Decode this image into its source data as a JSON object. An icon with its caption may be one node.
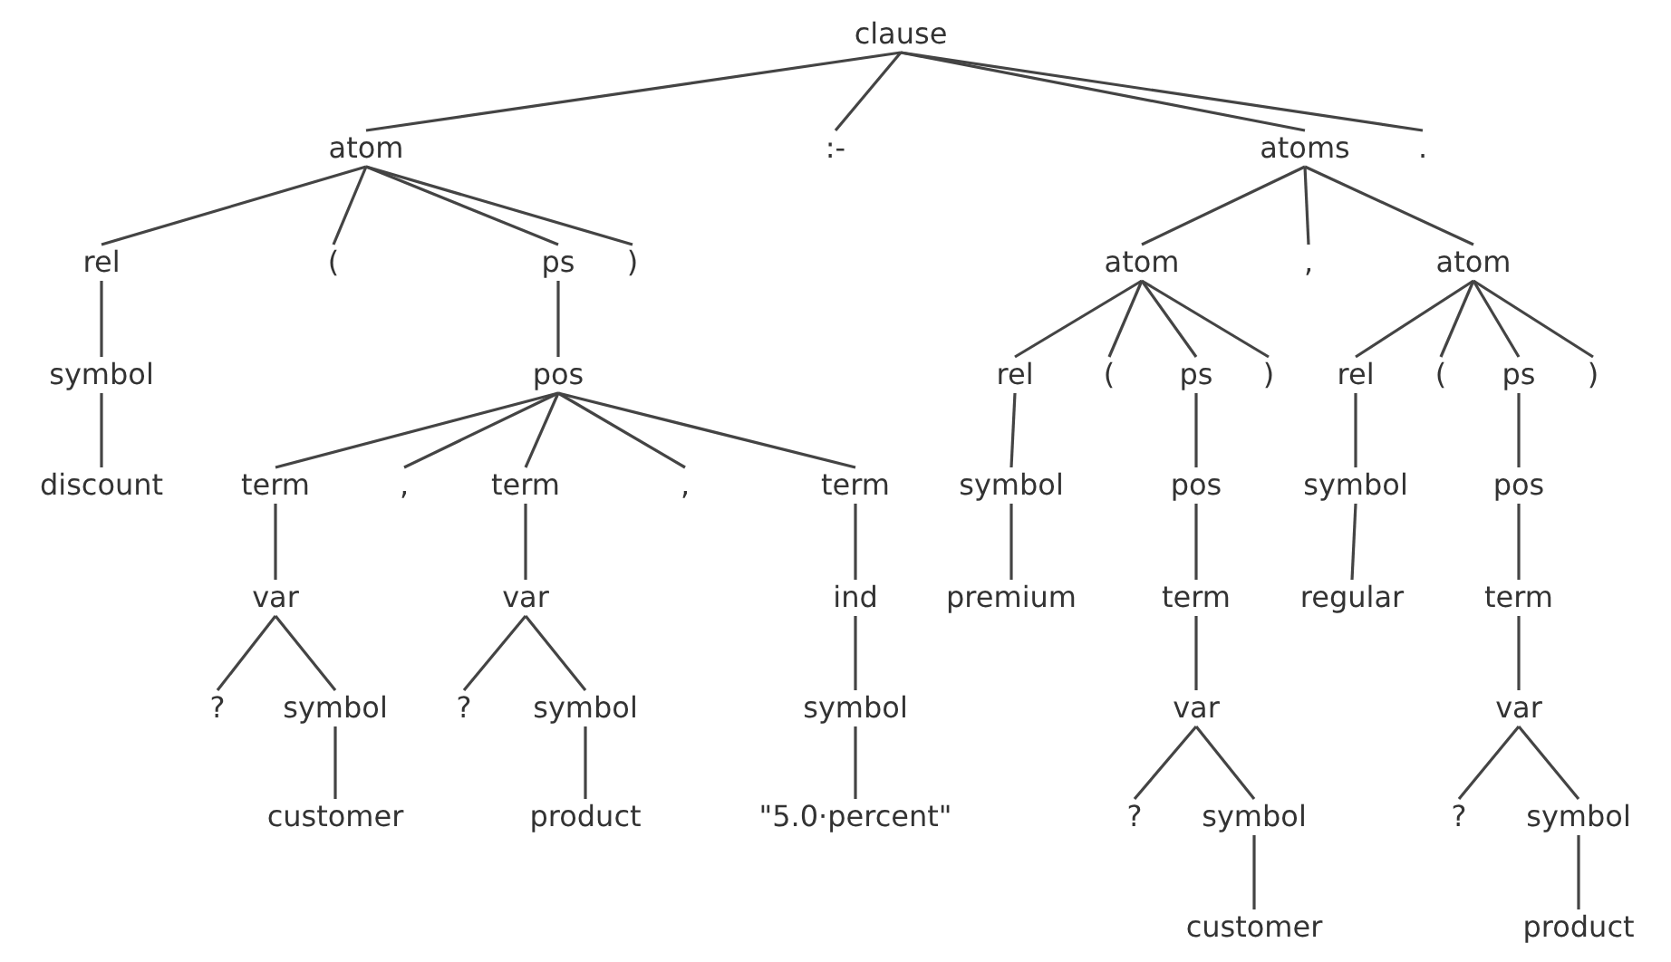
{
  "diagram": {
    "nodes": [
      {
        "text": [
          "clause"
        ]
      },
      {
        "text": [
          "atom"
        ]
      },
      {
        "text": [
          ":-"
        ]
      },
      {
        "text": [
          "atoms"
        ]
      },
      {
        "text": [
          "."
        ]
      },
      {
        "text": [
          "rel"
        ]
      },
      {
        "text": [
          "("
        ]
      },
      {
        "text": [
          "ps"
        ]
      },
      {
        "text": [
          ")"
        ]
      },
      {
        "text": [
          "symbol"
        ]
      },
      {
        "text": [
          "pos"
        ]
      },
      {
        "text": [
          "discount"
        ]
      },
      {
        "text": [
          "term"
        ]
      },
      {
        "text": [
          ","
        ]
      },
      {
        "text": [
          "term"
        ]
      },
      {
        "text": [
          ","
        ]
      },
      {
        "text": [
          "term"
        ]
      },
      {
        "text": [
          "var"
        ]
      },
      {
        "text": [
          "var"
        ]
      },
      {
        "text": [
          "ind"
        ]
      },
      {
        "text": [
          "?"
        ]
      },
      {
        "text": [
          "symbol"
        ]
      },
      {
        "text": [
          "?"
        ]
      },
      {
        "text": [
          "symbol"
        ]
      },
      {
        "text": [
          "symbol"
        ]
      },
      {
        "text": [
          "customer"
        ]
      },
      {
        "text": [
          "product"
        ]
      },
      {
        "text": [
          "\"5.0·percent\""
        ]
      },
      {
        "text": [
          "atom"
        ]
      },
      {
        "text": [
          ","
        ]
      },
      {
        "text": [
          "atom"
        ]
      },
      {
        "text": [
          "rel"
        ]
      },
      {
        "text": [
          "("
        ]
      },
      {
        "text": [
          "ps"
        ]
      },
      {
        "text": [
          ")"
        ]
      },
      {
        "text": [
          "rel"
        ]
      },
      {
        "text": [
          "("
        ]
      },
      {
        "text": [
          "ps"
        ]
      },
      {
        "text": [
          ")"
        ]
      },
      {
        "text": [
          "symbol"
        ]
      },
      {
        "text": [
          "pos"
        ]
      },
      {
        "text": [
          "symbol"
        ]
      },
      {
        "text": [
          "pos"
        ]
      },
      {
        "text": [
          "premium"
        ]
      },
      {
        "text": [
          "term"
        ]
      },
      {
        "text": [
          "regular"
        ]
      },
      {
        "text": [
          "term"
        ]
      },
      {
        "text": [
          "var"
        ]
      },
      {
        "text": [
          "var"
        ]
      },
      {
        "text": [
          "?"
        ]
      },
      {
        "text": [
          "symbol"
        ]
      },
      {
        "text": [
          "?"
        ]
      },
      {
        "text": [
          "symbol"
        ]
      },
      {
        "text": [
          "customer"
        ]
      },
      {
        "text": [
          "product"
        ]
      }
    ],
    "edges": [
      {
        "from": 0,
        "to": 1,
        "arrow": "none"
      },
      {
        "from": 0,
        "to": 2,
        "arrow": "none"
      },
      {
        "from": 0,
        "to": 3,
        "arrow": "none"
      },
      {
        "from": 0,
        "to": 4,
        "arrow": "none"
      },
      {
        "from": 1,
        "to": 5,
        "arrow": "none"
      },
      {
        "from": 1,
        "to": 6,
        "arrow": "none"
      },
      {
        "from": 1,
        "to": 7,
        "arrow": "none"
      },
      {
        "from": 1,
        "to": 8,
        "arrow": "none"
      },
      {
        "from": 5,
        "to": 9,
        "arrow": "none"
      },
      {
        "from": 7,
        "to": 10,
        "arrow": "none"
      },
      {
        "from": 9,
        "to": 11,
        "arrow": "none"
      },
      {
        "from": 10,
        "to": 12,
        "arrow": "none"
      },
      {
        "from": 10,
        "to": 13,
        "arrow": "none"
      },
      {
        "from": 10,
        "to": 14,
        "arrow": "none"
      },
      {
        "from": 10,
        "to": 15,
        "arrow": "none"
      },
      {
        "from": 10,
        "to": 16,
        "arrow": "none"
      },
      {
        "from": 12,
        "to": 17,
        "arrow": "none"
      },
      {
        "from": 14,
        "to": 18,
        "arrow": "none"
      },
      {
        "from": 16,
        "to": 19,
        "arrow": "none"
      },
      {
        "from": 17,
        "to": 20,
        "arrow": "none"
      },
      {
        "from": 17,
        "to": 21,
        "arrow": "none"
      },
      {
        "from": 18,
        "to": 22,
        "arrow": "none"
      },
      {
        "from": 18,
        "to": 23,
        "arrow": "none"
      },
      {
        "from": 19,
        "to": 24,
        "arrow": "none"
      },
      {
        "from": 21,
        "to": 25,
        "arrow": "none"
      },
      {
        "from": 23,
        "to": 26,
        "arrow": "none"
      },
      {
        "from": 24,
        "to": 27,
        "arrow": "none"
      },
      {
        "from": 3,
        "to": 28,
        "arrow": "none"
      },
      {
        "from": 3,
        "to": 29,
        "arrow": "none"
      },
      {
        "from": 3,
        "to": 30,
        "arrow": "none"
      },
      {
        "from": 28,
        "to": 31,
        "arrow": "none"
      },
      {
        "from": 28,
        "to": 32,
        "arrow": "none"
      },
      {
        "from": 28,
        "to": 33,
        "arrow": "none"
      },
      {
        "from": 28,
        "to": 34,
        "arrow": "none"
      },
      {
        "from": 30,
        "to": 35,
        "arrow": "none"
      },
      {
        "from": 30,
        "to": 36,
        "arrow": "none"
      },
      {
        "from": 30,
        "to": 37,
        "arrow": "none"
      },
      {
        "from": 30,
        "to": 38,
        "arrow": "none"
      },
      {
        "from": 31,
        "to": 39,
        "arrow": "none"
      },
      {
        "from": 33,
        "to": 40,
        "arrow": "none"
      },
      {
        "from": 35,
        "to": 41,
        "arrow": "none"
      },
      {
        "from": 37,
        "to": 42,
        "arrow": "none"
      },
      {
        "from": 39,
        "to": 43,
        "arrow": "none"
      },
      {
        "from": 40,
        "to": 44,
        "arrow": "none"
      },
      {
        "from": 41,
        "to": 45,
        "arrow": "none"
      },
      {
        "from": 42,
        "to": 46,
        "arrow": "none"
      },
      {
        "from": 44,
        "to": 47,
        "arrow": "none"
      },
      {
        "from": 46,
        "to": 48,
        "arrow": "none"
      },
      {
        "from": 47,
        "to": 49,
        "arrow": "none"
      },
      {
        "from": 47,
        "to": 50,
        "arrow": "none"
      },
      {
        "from": 48,
        "to": 51,
        "arrow": "none"
      },
      {
        "from": 48,
        "to": 52,
        "arrow": "none"
      },
      {
        "from": 50,
        "to": 53,
        "arrow": "none"
      },
      {
        "from": 52,
        "to": 54,
        "arrow": "none"
      }
    ]
  }
}
